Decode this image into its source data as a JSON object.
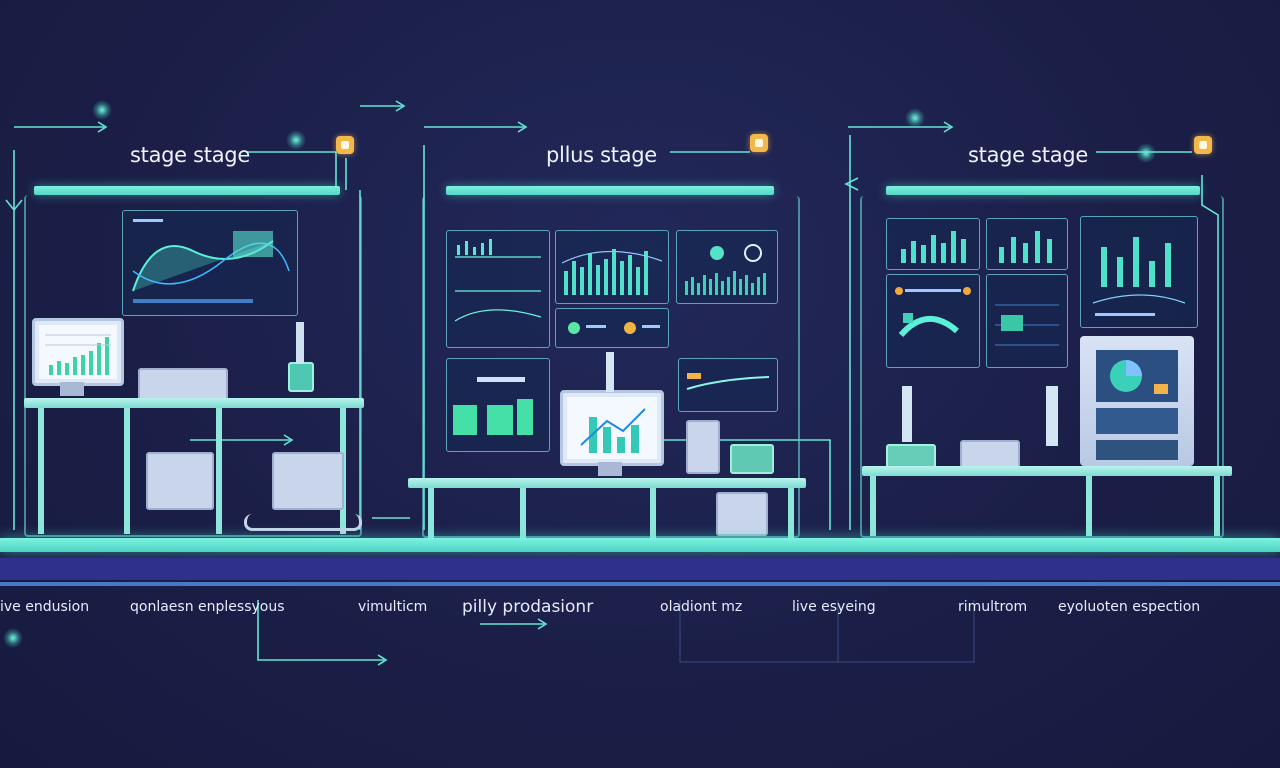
{
  "stages": [
    {
      "title": "stage stage"
    },
    {
      "title": "pllus stage"
    },
    {
      "title": "stage stage"
    }
  ],
  "labels": [
    "ive endusion",
    "qonlaesn enplessyous",
    "vimulticm",
    "pilly prodasionr",
    "oladiont mz",
    "live esyeing",
    "rimultrom",
    "eyoluoten espection"
  ],
  "colors": {
    "background": "#1b1f48",
    "accent": "#62e3d2",
    "badge": "#f2b94a",
    "floor": "#2d2f8a"
  }
}
